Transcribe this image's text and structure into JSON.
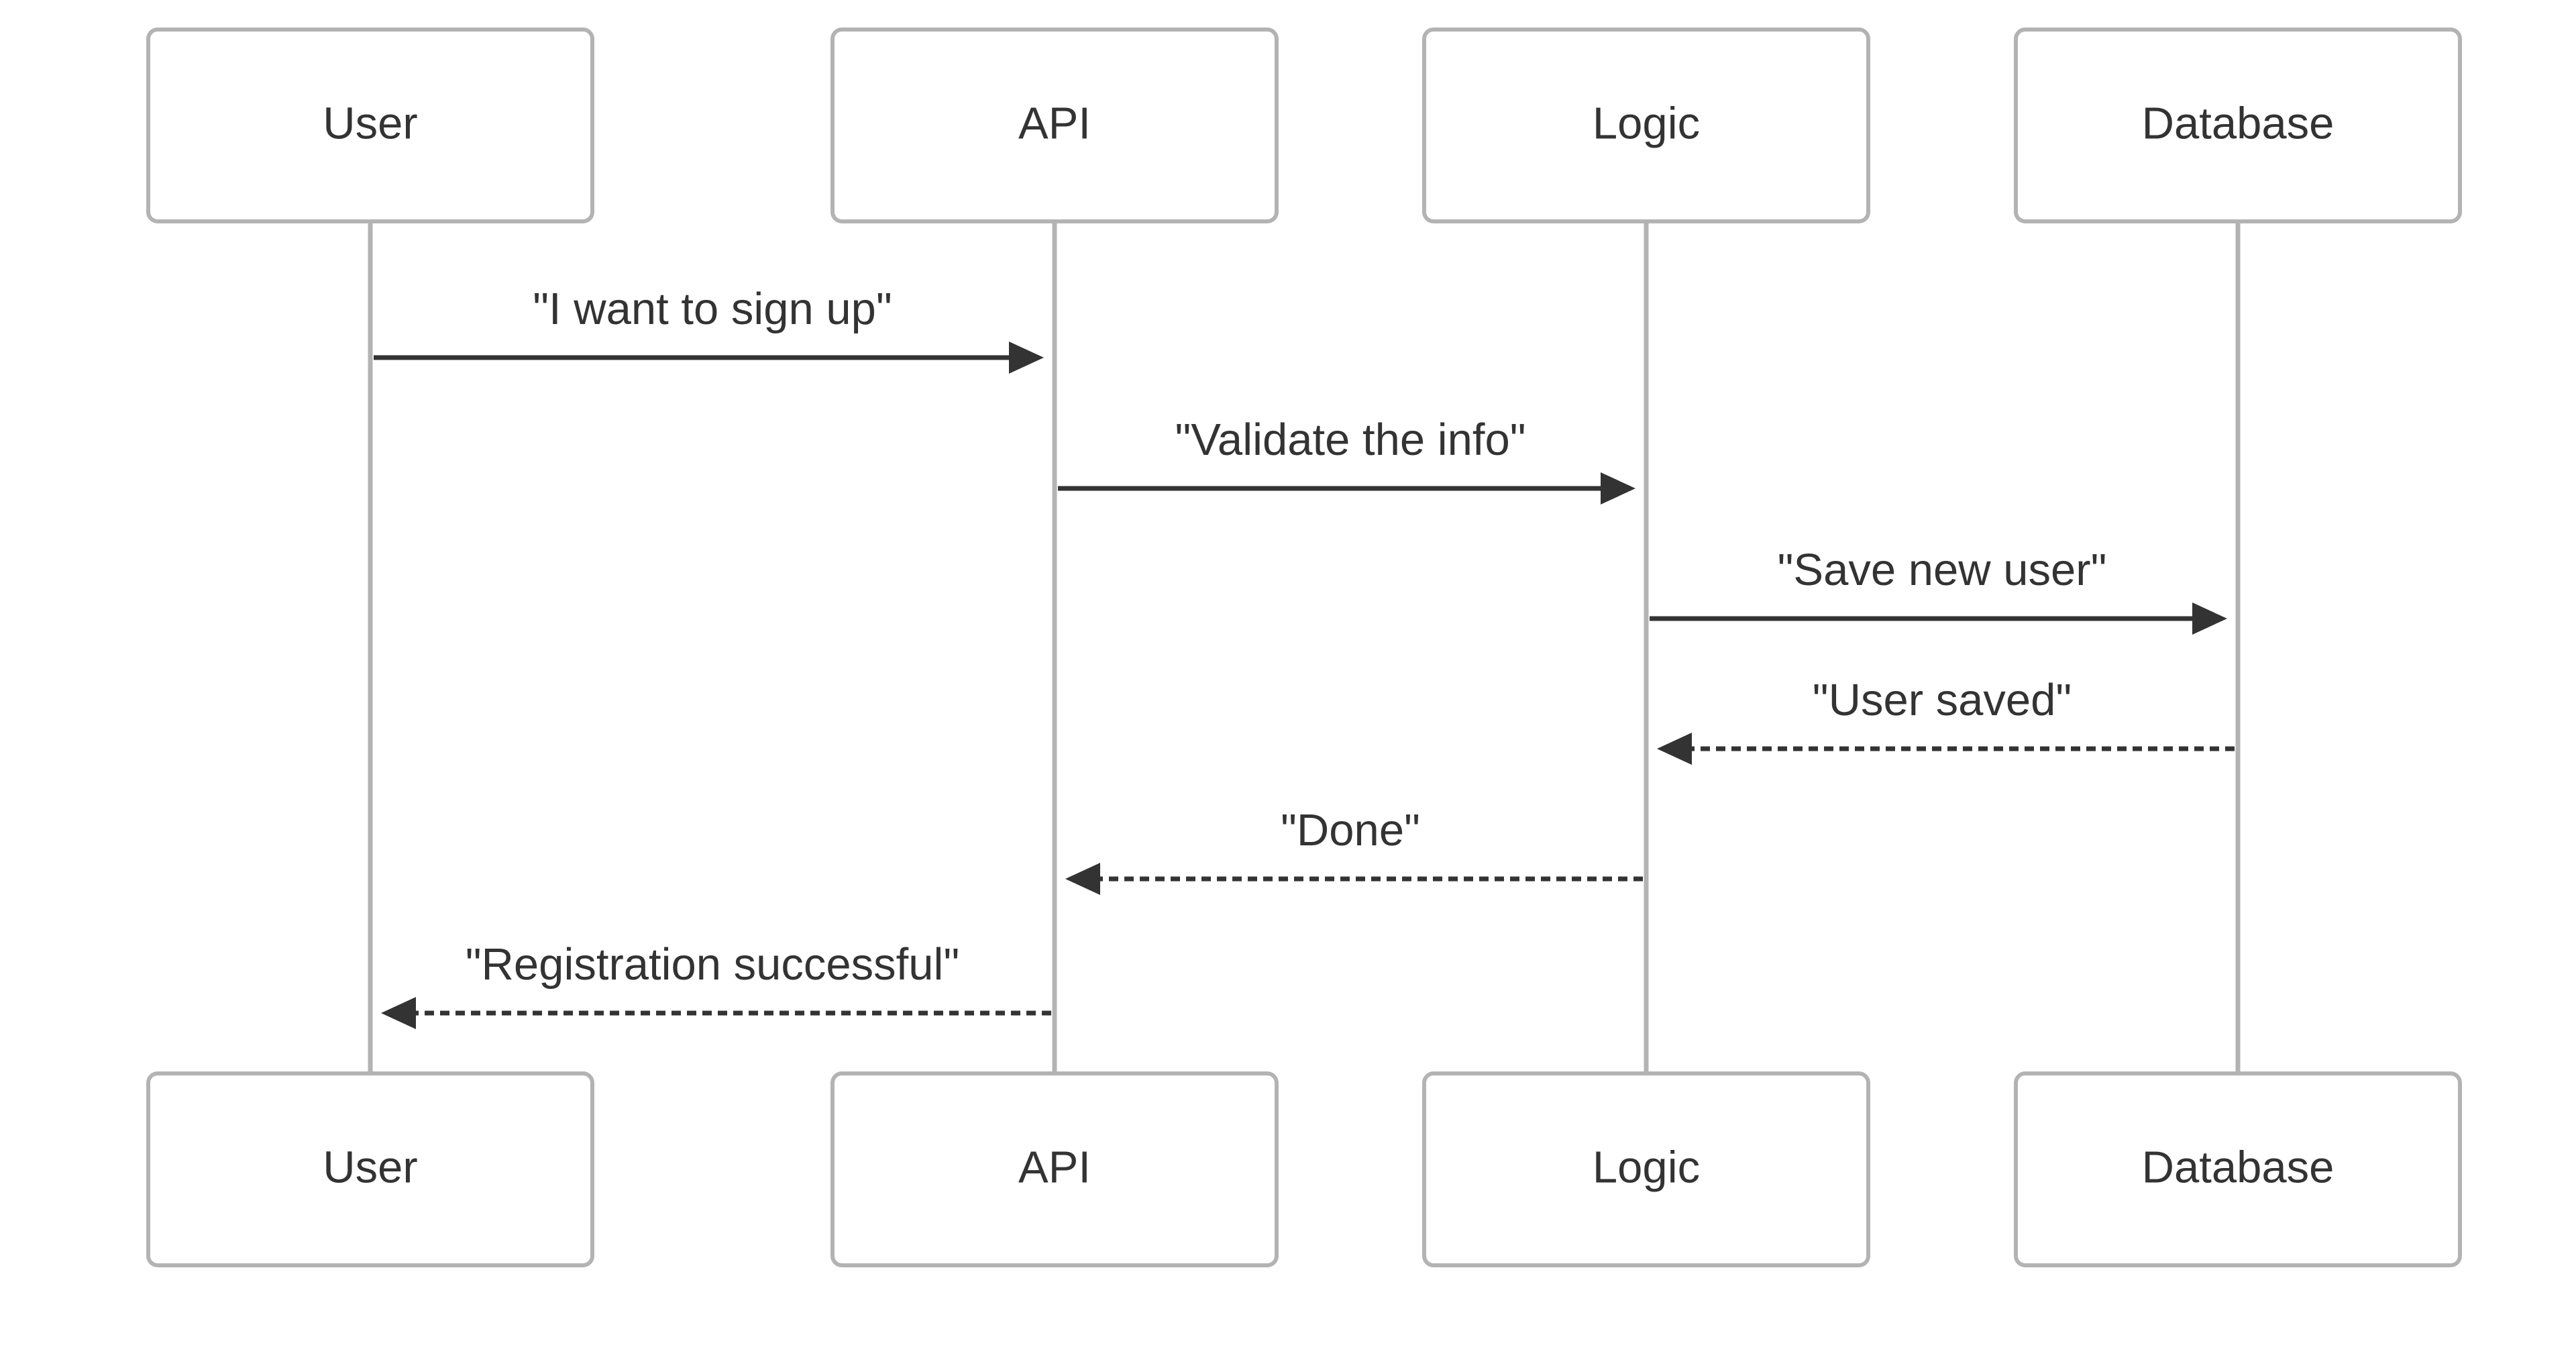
{
  "participants": [
    {
      "id": "user",
      "label": "User"
    },
    {
      "id": "api",
      "label": "API"
    },
    {
      "id": "logic",
      "label": "Logic"
    },
    {
      "id": "database",
      "label": "Database"
    }
  ],
  "messages": [
    {
      "from": "user",
      "to": "api",
      "label": "\"I want to sign up\"",
      "style": "solid"
    },
    {
      "from": "api",
      "to": "logic",
      "label": "\"Validate the info\"",
      "style": "solid"
    },
    {
      "from": "logic",
      "to": "database",
      "label": "\"Save new user\"",
      "style": "solid"
    },
    {
      "from": "database",
      "to": "logic",
      "label": "\"User saved\"",
      "style": "dashed"
    },
    {
      "from": "logic",
      "to": "api",
      "label": "\"Done\"",
      "style": "dashed"
    },
    {
      "from": "api",
      "to": "user",
      "label": "\"Registration successful\"",
      "style": "dashed"
    }
  ],
  "colors": {
    "line": "#333333",
    "box_border": "#b3b3b3",
    "lifeline": "#b3b3b3",
    "background": "#ffffff"
  }
}
